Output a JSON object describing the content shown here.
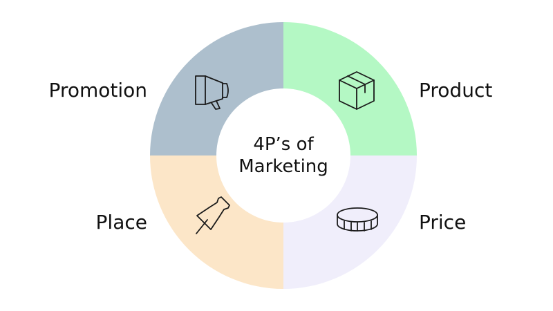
{
  "diagram": {
    "title_lines": [
      "4P’s of",
      "Marketing"
    ],
    "quadrants": [
      {
        "id": "promotion",
        "label": "Promotion",
        "icon": "megaphone-icon",
        "color": "#adbfcd"
      },
      {
        "id": "product",
        "label": "Product",
        "icon": "box-icon",
        "color": "#b4f8c4"
      },
      {
        "id": "place",
        "label": "Place",
        "icon": "pushpin-icon",
        "color": "#fce6c8"
      },
      {
        "id": "price",
        "label": "Price",
        "icon": "coin-icon",
        "color": "#f0eefb"
      }
    ]
  }
}
